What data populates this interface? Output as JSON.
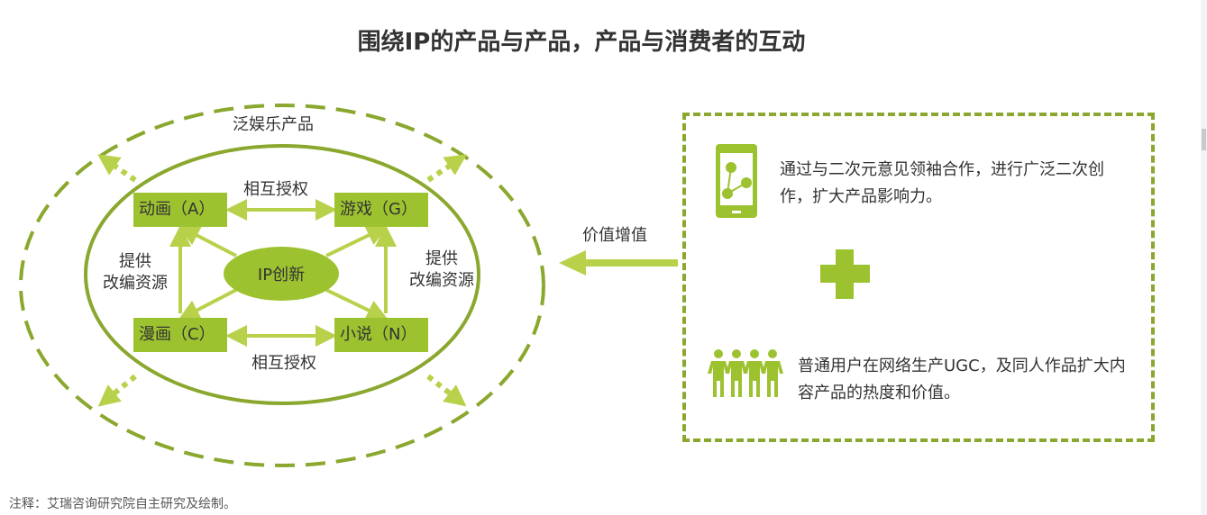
{
  "title": "围绕IP的产品与产品，产品与消费者的互动",
  "outer_ring": {
    "label": "泛娱乐产品"
  },
  "center": {
    "label": "IP创新"
  },
  "nodes": {
    "anime": "动画（A）",
    "game": "游戏（G）",
    "comic": "漫画（C）",
    "novel": "小说（N）"
  },
  "relations": {
    "top_mutual": "相互授权",
    "bottom_mutual": "相互授权",
    "left_line1": "提供",
    "left_line2": "改编资源",
    "right_line1": "提供",
    "right_line2": "改编资源"
  },
  "value_arrow": {
    "label": "价值增值"
  },
  "right_panel": {
    "item1": "通过与二次元意见领袖合作，进行广泛二次创作，扩大产品影响力。",
    "item2": "普通用户在网络生产UGC，及同人作品扩大内容产品的热度和价值。",
    "icons": [
      "smartphone-share-icon",
      "plus-icon",
      "people-group-icon"
    ]
  },
  "note": "注释：艾瑞咨询研究院自主研究及绘制。",
  "colors": {
    "green_light": "#9dc230",
    "green_dark": "#8aa72e",
    "text": "#333333"
  }
}
